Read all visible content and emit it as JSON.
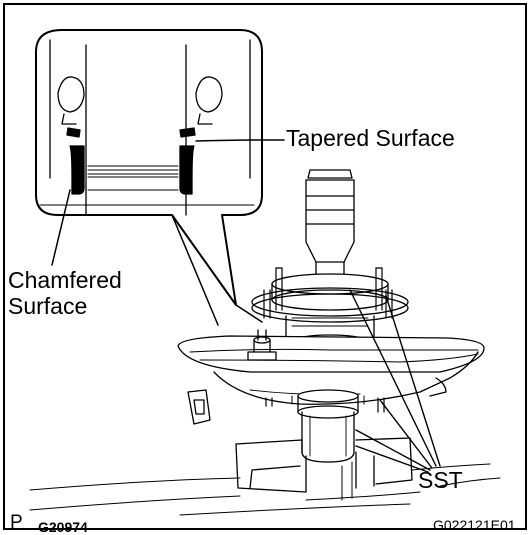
{
  "labels": {
    "tapered_surface": "Tapered Surface",
    "chamfered_surface": "Chamfered Surface",
    "sst": "SST",
    "corner_mark": "P",
    "figure_number": "G20974",
    "drawing_code": "G022121E01"
  }
}
